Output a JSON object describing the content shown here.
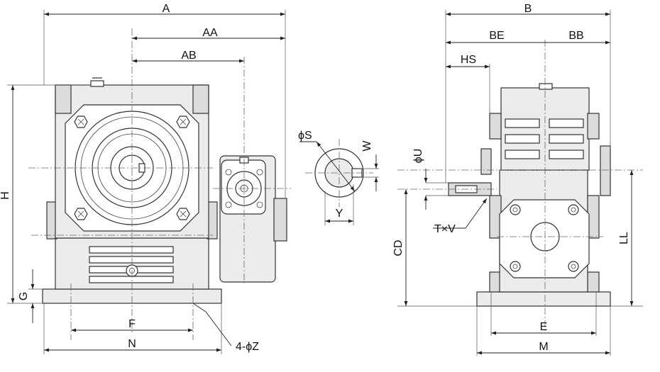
{
  "dimension_labels": {
    "A": "A",
    "AA": "AA",
    "AB": "AB",
    "H": "H",
    "G": "G",
    "F": "F",
    "N": "N",
    "Z": "4-ϕZ",
    "S": "ϕS",
    "W": "W",
    "Y": "Y",
    "B": "B",
    "BE": "BE",
    "BB": "BB",
    "HS": "HS",
    "U": "ϕU",
    "TV": "T×V",
    "CD": "CD",
    "LL": "LL",
    "E": "E",
    "M": "M"
  }
}
